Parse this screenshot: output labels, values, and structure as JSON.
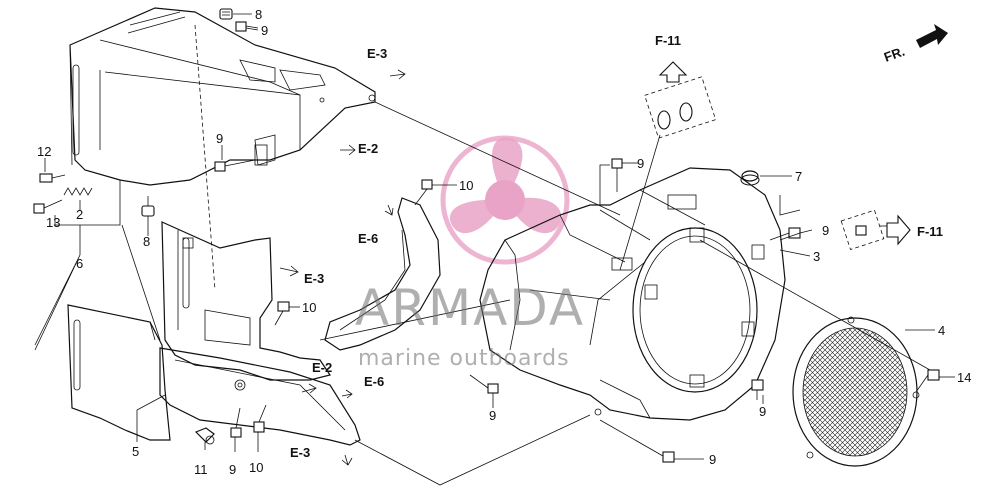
{
  "orientation": {
    "label": "FR."
  },
  "reference_labels": {
    "e3_top": "E-3",
    "e2_top": "E-2",
    "e6_mid": "E-6",
    "e3_mid": "E-3",
    "e2_low": "E-2",
    "e6_low": "E-6",
    "e3_bottom": "E-3",
    "f11_top": "F-11",
    "f11_right": "F-11"
  },
  "callouts": {
    "c8_top": "8",
    "c9_top": "9",
    "c12": "12",
    "c2": "2",
    "c13": "13",
    "c6": "6",
    "c8_mid": "8",
    "c9_mid": "9",
    "c10_mid": "10",
    "c10_low": "10",
    "c5": "5",
    "c11": "11",
    "c9_bottom": "9",
    "c10_bottom": "10",
    "c9_shroud_top": "9",
    "c7": "7",
    "c9_right": "9",
    "c3": "3",
    "c4": "4",
    "c14": "14",
    "c9_low_center": "9",
    "c9_low_right": "9",
    "c9_very_bottom": "9"
  },
  "watermark": {
    "brand": "ARMADA",
    "tagline": "marine outboards",
    "colors": {
      "logo": "#e8a3c6",
      "text": "#6f6f6f"
    }
  }
}
